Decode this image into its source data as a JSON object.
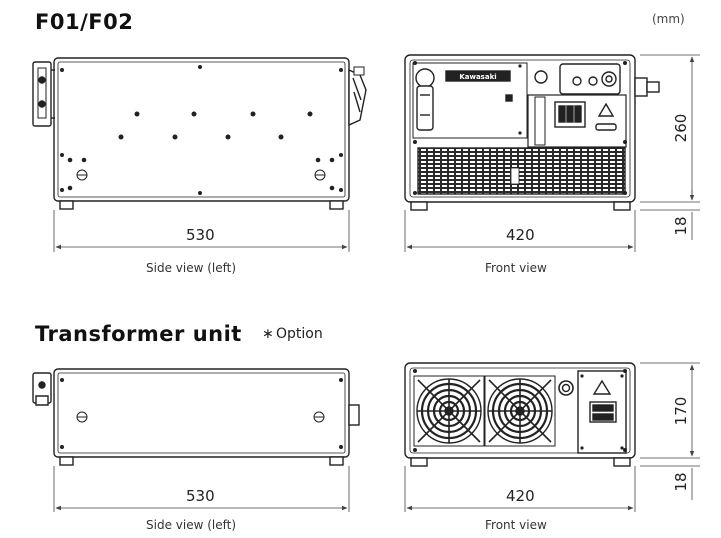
{
  "sections": [
    {
      "title": "F01/F02",
      "unit": "(mm)",
      "side": {
        "width_label": "530",
        "caption": "Side view (left)"
      },
      "front": {
        "width_label": "420",
        "caption": "Front view",
        "height_label": "260",
        "foot_label": "18",
        "brand": "Kawasaki"
      }
    },
    {
      "title": "Transformer unit",
      "option_mark": "∗",
      "option_label": "Option",
      "side": {
        "width_label": "530",
        "caption": "Side view (left)"
      },
      "front": {
        "width_label": "420",
        "caption": "Front view",
        "height_label": "170",
        "foot_label": "18"
      }
    }
  ]
}
